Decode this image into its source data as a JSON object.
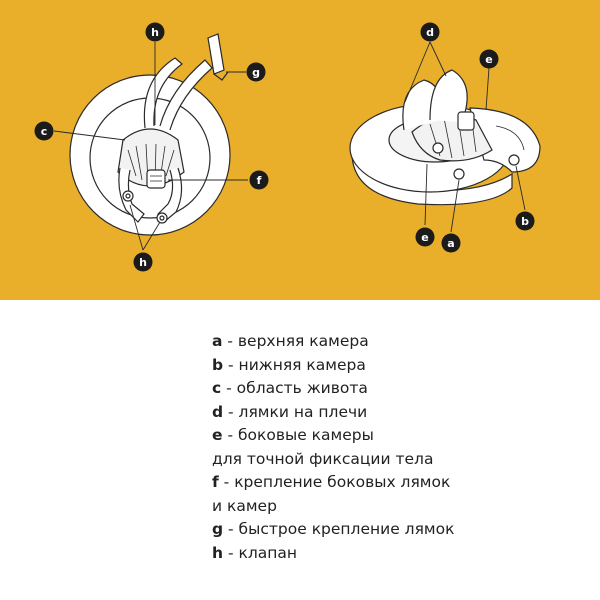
{
  "colors": {
    "background": "#E9AE2A",
    "ring_fill": "#ffffff",
    "outline": "#2a2a2a",
    "marker_fill": "#1b1b1b",
    "marker_text": "#ffffff"
  },
  "markers": {
    "h_top": "h",
    "g": "g",
    "c": "c",
    "f": "f",
    "h_bottom": "h",
    "d": "d",
    "e_top": "e",
    "b": "b",
    "e_bottom": "e",
    "a": "a"
  },
  "legend": [
    {
      "letter": "a",
      "text": " - верхняя камера"
    },
    {
      "letter": "b",
      "text": " - нижняя камера"
    },
    {
      "letter": "c",
      "text": " - область живота"
    },
    {
      "letter": "d",
      "text": " - лямки на плечи"
    },
    {
      "letter": "e",
      "text": " - боковые камеры"
    },
    {
      "letter": "",
      "text": "для точной фиксации тела"
    },
    {
      "letter": "f",
      "text": " - крепление боковых лямок"
    },
    {
      "letter": "",
      "text": "и камер"
    },
    {
      "letter": "g",
      "text": " - быстрое крепление лямок"
    },
    {
      "letter": "h",
      "text": " - клапан"
    }
  ]
}
